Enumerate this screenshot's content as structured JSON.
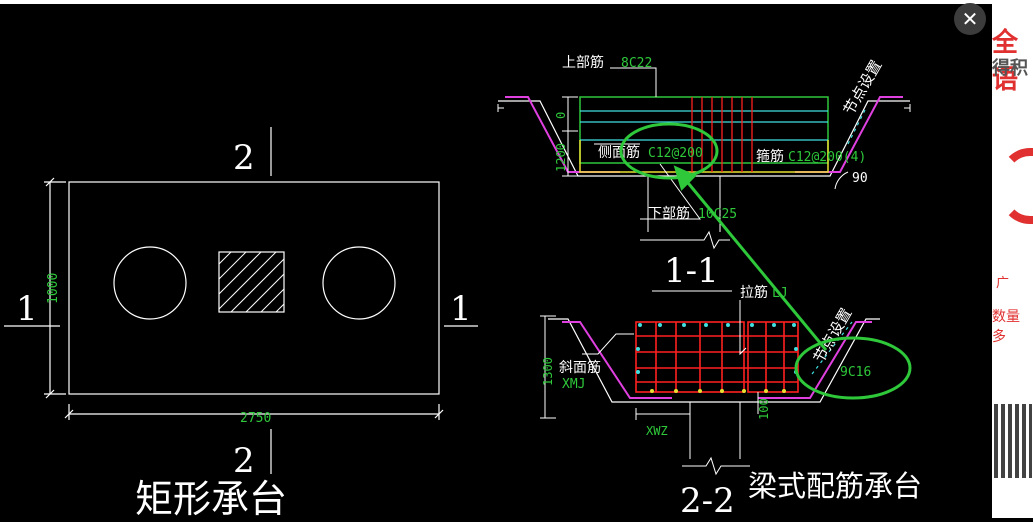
{
  "viewer": {
    "close_icon": "✕"
  },
  "left_drawing": {
    "title": "矩形承台",
    "section_top": "2",
    "section_bottom": "2",
    "section_left": "1",
    "section_right": "1",
    "dim_width": "2750",
    "dim_height": "1000"
  },
  "section_1_1": {
    "label": "1-1",
    "top_bar": "上部筋",
    "top_bar_spec": "8C22",
    "side_bar": "侧面筋",
    "side_bar_spec": "C12@200",
    "stirrup": "箍筋",
    "stirrup_spec": "C12@200(4)",
    "bottom_bar": "下部筋",
    "bottom_bar_spec": "10C25",
    "node_setting": "节点设置",
    "angle": "90",
    "dim_height": "1200",
    "dim_small": "0"
  },
  "section_2_2": {
    "label": "2-2",
    "tie_bar": "拉筋",
    "tie_bar_spec": "LJ",
    "slant_bar": "斜面筋",
    "slant_bar_spec": "XMJ",
    "node_setting": "节点设置",
    "corner_bar_spec": "9C16",
    "dim_height": "1300",
    "dim_width": "XWZ",
    "dim_small": "100"
  },
  "caption": "梁式配筋承台",
  "right_strip": {
    "text_1": "全语",
    "text_2": "得积",
    "text_3": "广",
    "text_4": "数量多"
  },
  "colors": {
    "background": "#000000",
    "green": "#2ec83a",
    "magenta": "#e040e0",
    "red": "#ff2020",
    "cyan": "#40e0e0",
    "yellow": "#e8e030"
  }
}
